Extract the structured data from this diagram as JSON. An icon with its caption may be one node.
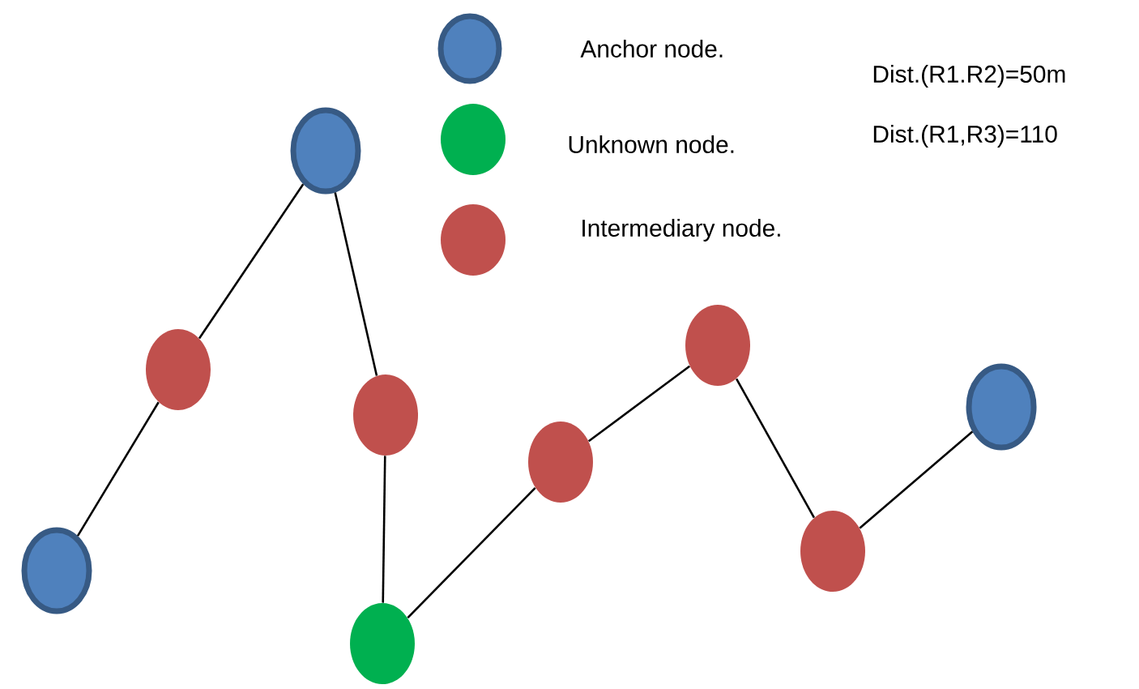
{
  "diagram": {
    "nodes": [
      {
        "text": [],
        "shape": "circle"
      },
      {
        "text": [],
        "shape": "circle"
      },
      {
        "text": [],
        "shape": "circle"
      },
      {
        "text": [],
        "shape": "circle"
      },
      {
        "text": [],
        "shape": "circle"
      },
      {
        "text": [],
        "shape": "circle"
      },
      {
        "text": [],
        "shape": "circle"
      },
      {
        "text": [],
        "shape": "circle"
      },
      {
        "text": [],
        "shape": "circle"
      }
    ],
    "edges": [
      {
        "from": 0,
        "to": 1,
        "arrow": "none"
      },
      {
        "from": 1,
        "to": 2,
        "arrow": "none"
      },
      {
        "from": 2,
        "to": 3,
        "arrow": "none"
      },
      {
        "from": 3,
        "to": 4,
        "arrow": "none"
      },
      {
        "from": 4,
        "to": 5,
        "arrow": "none"
      },
      {
        "from": 5,
        "to": 6,
        "arrow": "none"
      },
      {
        "from": 6,
        "to": 7,
        "arrow": "none"
      },
      {
        "from": 7,
        "to": 8,
        "arrow": "none"
      }
    ],
    "labels": [
      "Dist.(R1.R2)=50m",
      "Dist.(R1,R3)=110"
    ],
    "legend": [
      {
        "text": "Anchor node.",
        "color": "#4f81bd"
      },
      {
        "text": "Unknown node.",
        "color": "#00b050"
      },
      {
        "text": "Intermediary node.",
        "color": "#c0504d"
      }
    ]
  }
}
